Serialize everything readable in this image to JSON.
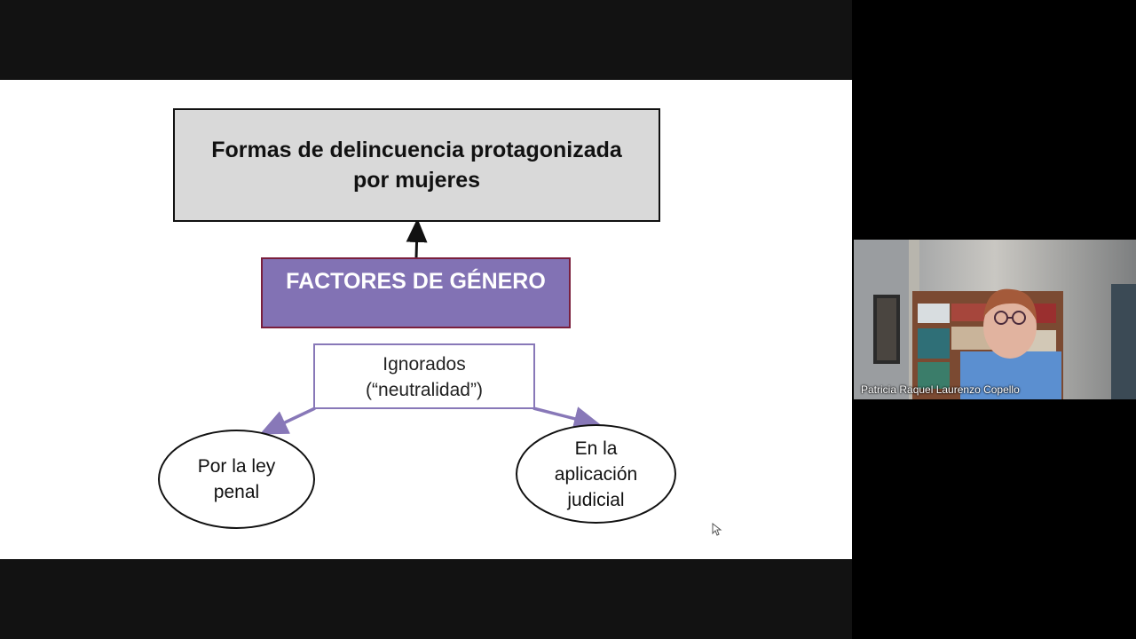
{
  "slide": {
    "title_box": "Formas de delincuencia protagonizada\npor mujeres",
    "factors_box": "FACTORES DE GÉNERO",
    "ignored_box": "Ignorados\n(“neutralidad”)",
    "left_ellipse": "Por la ley\npenal",
    "right_ellipse": "En la\naplicación\njudicial",
    "colors": {
      "factors_fill": "#8272b4",
      "factors_border": "#7a1f3d",
      "connector": "#8878b8",
      "title_fill": "#d9d9d9"
    }
  },
  "video": {
    "participant_name": "Patricia Raquel Laurenzo Copello"
  },
  "icons": {
    "pointer": "mouse-pointer-icon"
  }
}
